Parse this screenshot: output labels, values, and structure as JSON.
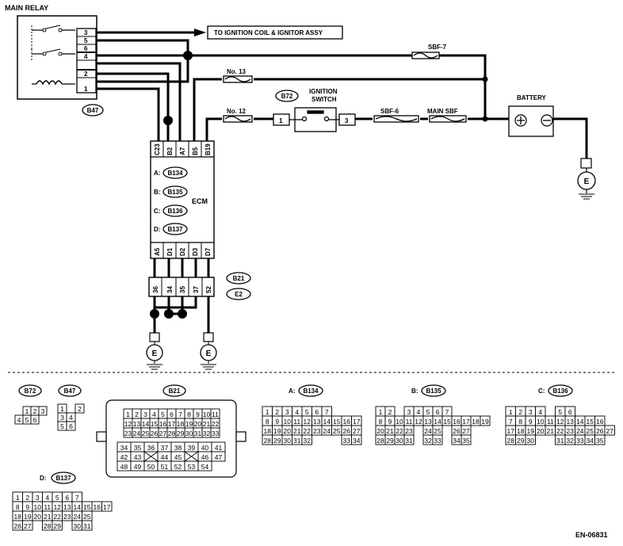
{
  "main_relay": {
    "title": "MAIN RELAY",
    "pins": [
      "3",
      "5",
      "6",
      "4",
      "2",
      "1"
    ],
    "connector": "B47"
  },
  "labels": {
    "to_ignition": "TO IGNITION COIL & IGNITOR ASSY",
    "sbf7": "SBF-7",
    "no13": "No. 13",
    "no12": "No. 12",
    "ignition_switch_code": "B72",
    "ignition_switch_line1": "IGNITION",
    "ignition_switch_line2": "SWITCH",
    "sw_pin1": "1",
    "sw_pin3": "3",
    "sbf6": "SBF-6",
    "main_sbf": "MAIN SBF",
    "battery": "BATTERY",
    "ground": "E",
    "ecm": "ECM",
    "figure_id": "EN-06831"
  },
  "ecm": {
    "top_pins": [
      "C23",
      "B2",
      "A7",
      "B5",
      "B19"
    ],
    "bottom_pins": [
      "A5",
      "D1",
      "D2",
      "D3",
      "D7"
    ],
    "connectors": [
      {
        "letter": "A:",
        "code": "B134"
      },
      {
        "letter": "B:",
        "code": "B135"
      },
      {
        "letter": "C:",
        "code": "B136"
      },
      {
        "letter": "D:",
        "code": "B137"
      }
    ]
  },
  "joint": {
    "pins": [
      "36",
      "34",
      "35",
      "37",
      "52"
    ],
    "codes": [
      "B21",
      "E2"
    ]
  },
  "connector_views": {
    "b72": {
      "code": "B72",
      "rows": [
        [
          "",
          "1",
          "2",
          "3"
        ],
        [
          "4",
          "5",
          "6"
        ]
      ]
    },
    "b47": {
      "code": "B47",
      "rows": [
        [
          "1",
          "",
          "2"
        ],
        [
          "3",
          "4"
        ],
        [
          "5",
          "6"
        ]
      ]
    },
    "b21": {
      "code": "B21",
      "top": [
        [
          "1",
          "2",
          "3",
          "4",
          "5",
          "6",
          "7",
          "8",
          "9",
          "10",
          "11"
        ],
        [
          "12",
          "13",
          "14",
          "15",
          "16",
          "17",
          "18",
          "19",
          "20",
          "21",
          "22"
        ],
        [
          "23",
          "24",
          "25",
          "26",
          "27",
          "28",
          "29",
          "30",
          "31",
          "32",
          "33"
        ]
      ],
      "bottom": [
        [
          "34",
          "35",
          "36",
          "37",
          "38",
          "39",
          "40",
          "41"
        ],
        [
          "42",
          "43",
          "",
          "44",
          "45",
          "",
          "46",
          "47"
        ],
        [
          "48",
          "49",
          "50",
          "51",
          "52",
          "53",
          "54"
        ]
      ]
    },
    "b134": {
      "letter": "A:",
      "code": "B134",
      "rows": [
        [
          "1",
          "2",
          "3",
          "4",
          "5",
          "6",
          "7"
        ],
        [
          "8",
          "9",
          "10",
          "11",
          "12",
          "13",
          "14",
          "15",
          "16",
          "17"
        ],
        [
          "18",
          "19",
          "20",
          "21",
          "22",
          "23",
          "24",
          "25",
          "26",
          "27"
        ],
        [
          "28",
          "29",
          "30",
          "31",
          "32",
          "",
          "",
          "",
          "33",
          "34"
        ]
      ]
    },
    "b135": {
      "letter": "B:",
      "code": "B135",
      "rows": [
        [
          "1",
          "2",
          "",
          "3",
          "4",
          "5",
          "6",
          "7"
        ],
        [
          "8",
          "9",
          "10",
          "11",
          "12",
          "13",
          "14",
          "15",
          "16",
          "17",
          "18",
          "19"
        ],
        [
          "20",
          "21",
          "22",
          "23",
          "",
          "24",
          "25",
          "",
          "26",
          "27"
        ],
        [
          "28",
          "29",
          "30",
          "31",
          "",
          "32",
          "33",
          "",
          "34",
          "35"
        ]
      ]
    },
    "b136": {
      "letter": "C:",
      "code": "B136",
      "rows": [
        [
          "1",
          "2",
          "3",
          "4",
          "",
          "5",
          "6"
        ],
        [
          "7",
          "8",
          "9",
          "10",
          "11",
          "12",
          "13",
          "14",
          "15",
          "16"
        ],
        [
          "17",
          "18",
          "19",
          "20",
          "21",
          "22",
          "23",
          "24",
          "25",
          "26",
          "27"
        ],
        [
          "28",
          "29",
          "30",
          "",
          "",
          "31",
          "32",
          "33",
          "34",
          "35"
        ]
      ]
    },
    "b137": {
      "letter": "D:",
      "code": "B137",
      "rows": [
        [
          "1",
          "2",
          "3",
          "4",
          "5",
          "6",
          "7"
        ],
        [
          "8",
          "9",
          "10",
          "11",
          "12",
          "13",
          "14",
          "15",
          "16",
          "17"
        ],
        [
          "18",
          "19",
          "20",
          "21",
          "22",
          "23",
          "24",
          "25"
        ],
        [
          "26",
          "27",
          "",
          "28",
          "29",
          "",
          "30",
          "31"
        ]
      ]
    }
  }
}
